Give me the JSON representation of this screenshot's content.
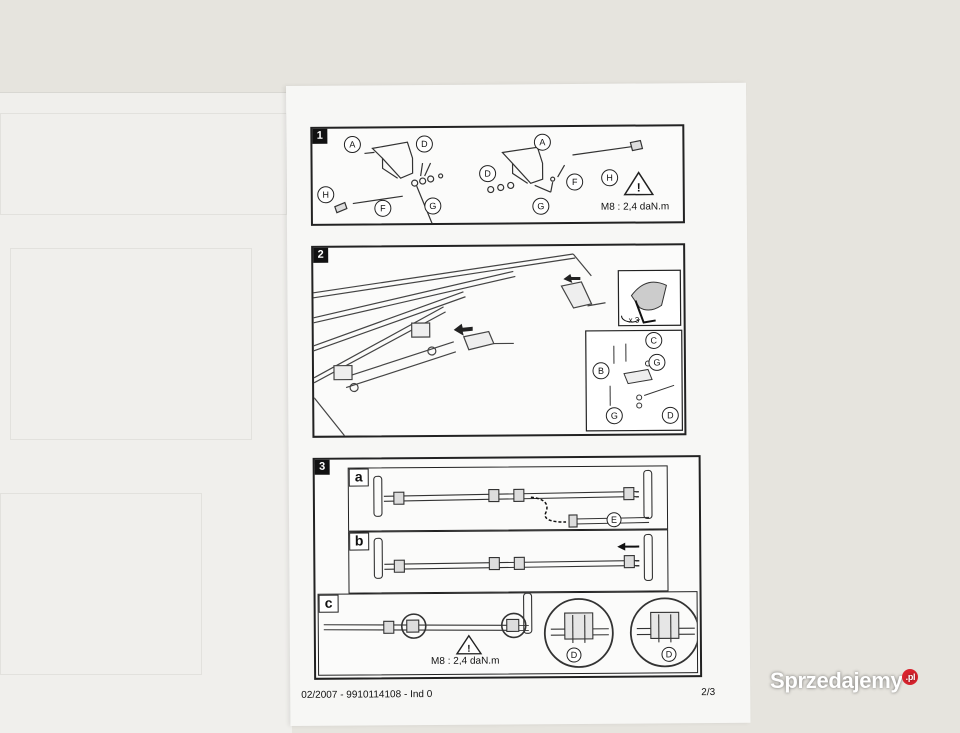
{
  "steps": [
    {
      "number": "1",
      "torque": "M8 : 2,4 daN.m"
    },
    {
      "number": "2"
    },
    {
      "number": "3",
      "subs": [
        "a",
        "b",
        "c"
      ],
      "torque": "M8 : 2,4 daN.m"
    }
  ],
  "callouts": {
    "A": "A",
    "B": "B",
    "C": "C",
    "D": "D",
    "E": "E",
    "F": "F",
    "G": "G",
    "H": "H"
  },
  "inset_quantity": "x 3",
  "footer": {
    "doc_ref": "02/2007 - 9910114108 - Ind 0",
    "page": "2/3"
  },
  "watermark": {
    "text": "Sprzedajemy",
    "badge": ".pl"
  },
  "icons": [
    "warning-triangle-icon",
    "allen-key-hand-icon",
    "arrow-icon"
  ]
}
